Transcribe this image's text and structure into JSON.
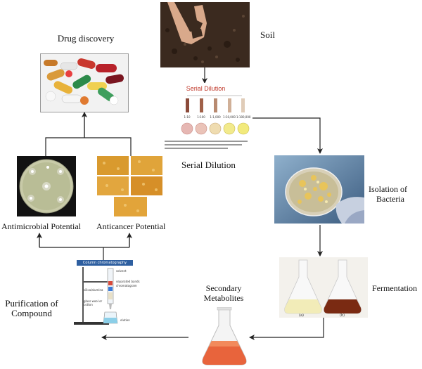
{
  "labels": {
    "drug_discovery": "Drug discovery",
    "soil": "Soil",
    "serial_dilution": "Serial Dilution",
    "isolation_line1": "Isolation of",
    "isolation_line2": "Bacteria",
    "fermentation": "Fermentation",
    "secondary_line1": "Secondary",
    "secondary_line2": "Metabolites",
    "purification_line1": "Purification of",
    "purification_line2": "Compound",
    "antimicrobial": "Antimicrobial Potential",
    "anticancer": "Anticancer Potential"
  },
  "serial_dilution_panel": {
    "title": "Serial Dilution",
    "ratios": [
      "1:10",
      "1:100",
      "1:1,000",
      "1:10,000",
      "1:100,000"
    ]
  },
  "fermentation_panel": {
    "flask_a": "(a)",
    "flask_b": "(b)"
  },
  "column_panel": {
    "title": "Column chromatography",
    "labels": [
      "solvent",
      "separated bands",
      "chromatogram",
      "silica/alumina",
      "glass wool or cotton",
      "elution"
    ]
  },
  "colors": {
    "arrow": "#222222",
    "soil": "#3a2a1e",
    "flask_liquid": "#e8643c",
    "fermentation_b": "#7a2a12"
  }
}
